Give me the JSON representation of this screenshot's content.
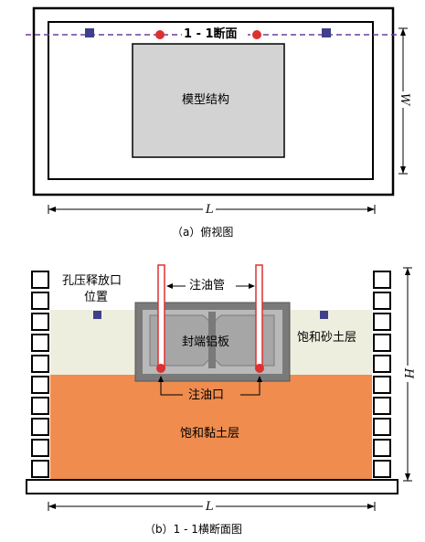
{
  "top_view": {
    "section_label": "1 - 1断面",
    "model_label": "模型结构",
    "width_dim": "W",
    "length_dim": "L",
    "caption": "（a）俯视图"
  },
  "section_view": {
    "pressure_port_label_line1": "孔压释放口",
    "pressure_port_label_line2": "位置",
    "oil_pipe_label": "注油管",
    "end_plate_label": "封端铝板",
    "sand_layer_label": "饱和砂土层",
    "oil_port_label": "注油口",
    "clay_layer_label": "饱和黏土层",
    "height_dim": "H",
    "length_dim": "L",
    "caption": "（b）1 - 1横断面图"
  },
  "colors": {
    "clay": "#ef8c4e",
    "sand": "#eeeedf",
    "structure": "#7a7a7a",
    "model": "#d3d3d3",
    "marker": "#3f3f8c",
    "red_dot": "#dd3030",
    "dashed_line": "#6e3f9a"
  }
}
